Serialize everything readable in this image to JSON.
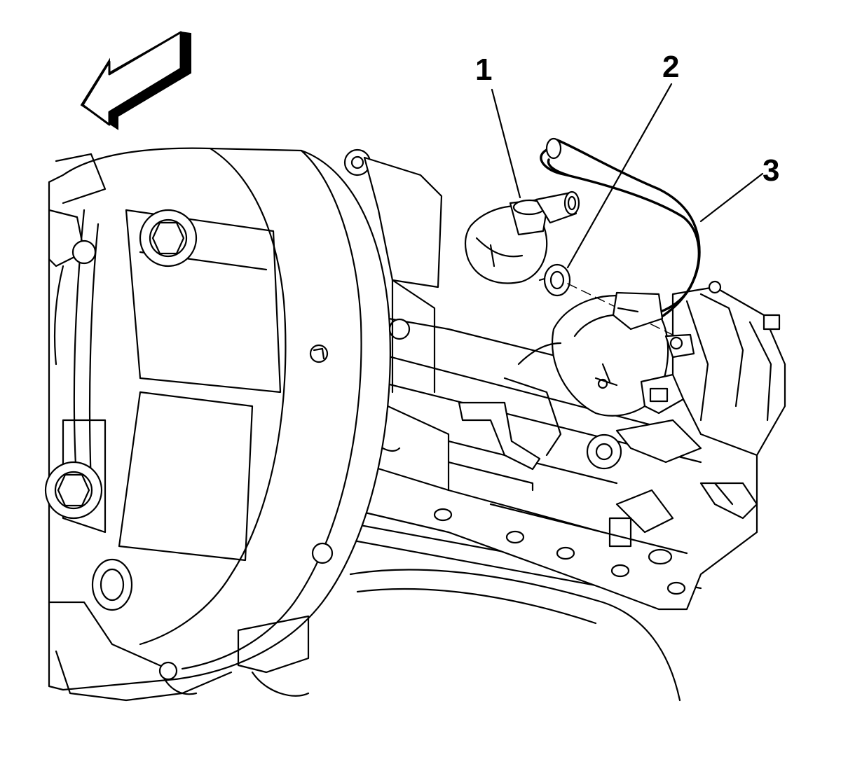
{
  "callouts": [
    {
      "number": "1"
    },
    {
      "number": "2"
    },
    {
      "number": "3"
    }
  ],
  "icons": {
    "direction_arrow": "front-direction-arrow-icon"
  },
  "colors": {
    "line": "#000000",
    "background": "#ffffff"
  }
}
